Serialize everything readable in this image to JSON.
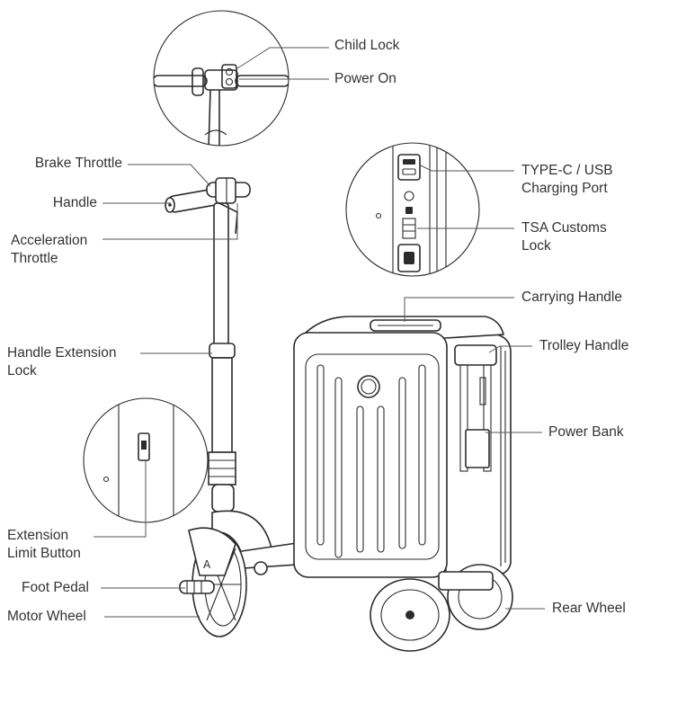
{
  "labels": {
    "child_lock": "Child Lock",
    "power_on": "Power On",
    "brake_throttle": "Brake Throttle",
    "handle": "Handle",
    "acceleration_throttle": [
      "Acceleration",
      "Throttle"
    ],
    "handle_extension_lock": [
      "Handle Extension",
      "Lock"
    ],
    "extension_limit_button": [
      "Extension",
      "Limit Button"
    ],
    "foot_pedal": "Foot Pedal",
    "motor_wheel": "Motor Wheel",
    "typec_usb_port": [
      "TYPE-C / USB",
      "Charging Port"
    ],
    "tsa_customs_lock": [
      "TSA Customs",
      "Lock"
    ],
    "carrying_handle": "Carrying Handle",
    "trolley_handle": "Trolley Handle",
    "power_bank": "Power Bank",
    "rear_wheel": "Rear Wheel"
  },
  "colors": {
    "line": "#2b2b2b",
    "text": "#333333",
    "background": "#ffffff"
  }
}
